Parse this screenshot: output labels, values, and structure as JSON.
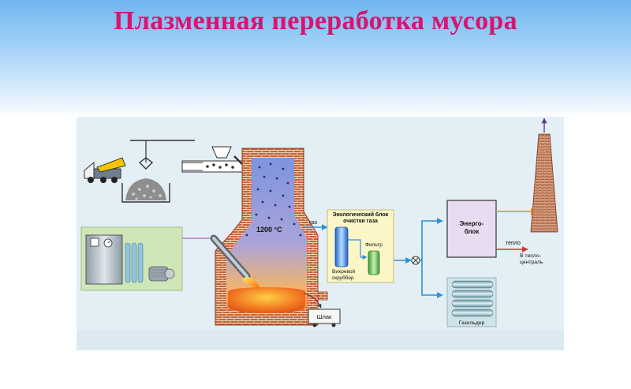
{
  "title": "Плазменная переработка мусора",
  "labels": {
    "gas": "газ",
    "temperature": "1200 °C",
    "eco_block_line1": "Экологический блок",
    "eco_block_line2": "очистки газа",
    "filter": "Фильтр",
    "scrubber_line1": "Вихревой",
    "scrubber_line2": "скруббер",
    "energy_line1": "Энерго-",
    "energy_line2": "блок",
    "heat": "тепло",
    "heat_dest_line1": "В тепло-",
    "heat_dest_line2": "централь",
    "gasholder": "Газольдер",
    "slag": "Шлак"
  },
  "colors": {
    "title": "#d4166f",
    "panel_bg": "#e3eef5",
    "brick": "#b4562e",
    "pipe": "#2f8fd8",
    "slag_hot": "#f07a24",
    "arrow_red": "#e0302a"
  }
}
